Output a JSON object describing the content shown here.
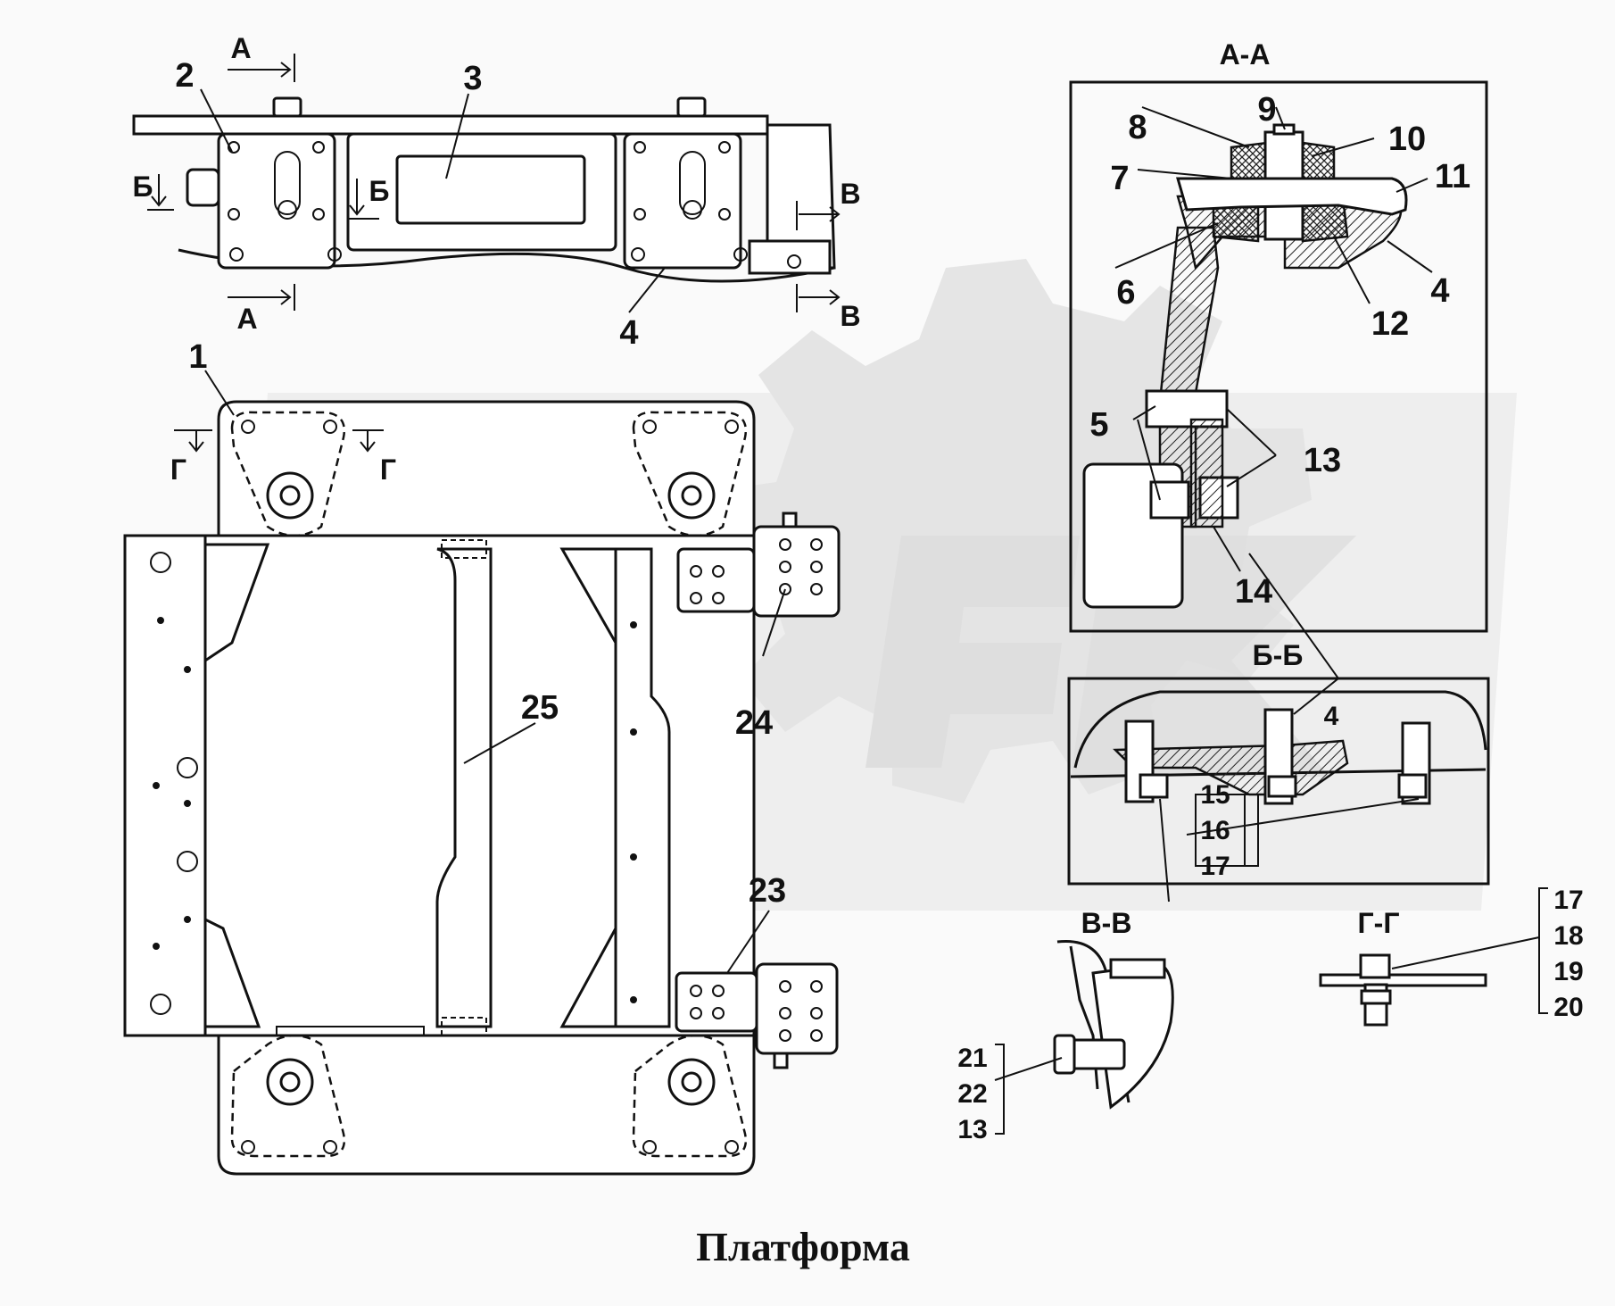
{
  "caption": "Платформа",
  "colors": {
    "ink": "#111111",
    "paper": "#fafafa",
    "watermark": "#d8d8d8"
  },
  "sections": {
    "aa": "А-А",
    "bb": "Б-Б",
    "vv": "В-В",
    "gg": "Г-Г"
  },
  "cut_marks": {
    "a": "А",
    "b": "Б",
    "v": "В",
    "g": "Г"
  },
  "parts": {
    "p1": "1",
    "p2": "2",
    "p3": "3",
    "p4": "4",
    "p5": "5",
    "p6": "6",
    "p7": "7",
    "p8": "8",
    "p9": "9",
    "p10": "10",
    "p11": "11",
    "p12": "12",
    "p13": "13",
    "p14": "14",
    "p15": "15",
    "p16": "16",
    "p17": "17",
    "p18": "18",
    "p19": "19",
    "p20": "20",
    "p21": "21",
    "p22": "22",
    "p23": "23",
    "p24": "24",
    "p25": "25"
  },
  "watermark_icon": "opex-gear-logo"
}
